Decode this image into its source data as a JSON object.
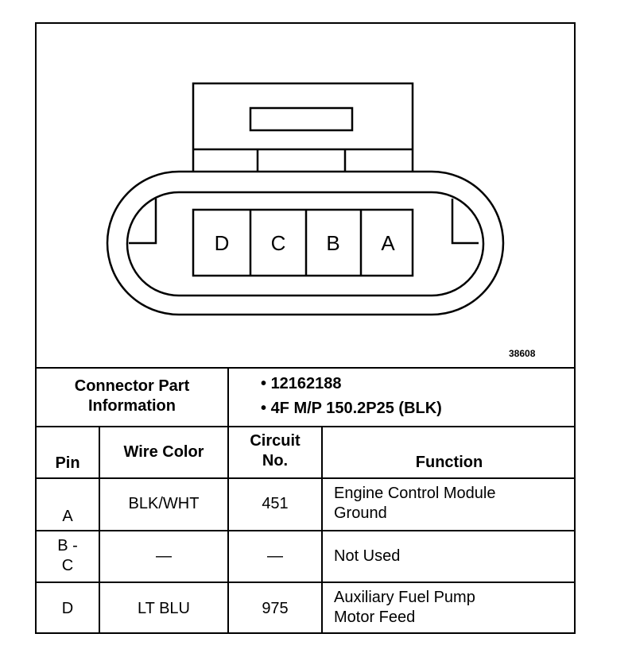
{
  "figure_id": "38608",
  "connector": {
    "pins": [
      "D",
      "C",
      "B",
      "A"
    ]
  },
  "part_info": {
    "label_line1": "Connector Part",
    "label_line2": "Information",
    "items": [
      "12162188",
      "4F M/P 150.2P25 (BLK)"
    ]
  },
  "table": {
    "headers": {
      "pin": "Pin",
      "wire_color": "Wire Color",
      "circuit_line1": "Circuit",
      "circuit_line2": "No.",
      "function": "Function"
    },
    "rows": [
      {
        "pin_l1": "",
        "pin_l2": "A",
        "wire": "BLK/WHT",
        "circuit": "451",
        "func_l1": "Engine Control Module",
        "func_l2": "Ground"
      },
      {
        "pin_l1": "B -",
        "pin_l2": "C",
        "wire": "—",
        "circuit": "—",
        "func_l1": "Not Used",
        "func_l2": ""
      },
      {
        "pin_l1": "",
        "pin_l2": "D",
        "wire": "LT BLU",
        "circuit": "975",
        "func_l1": "Auxiliary Fuel Pump",
        "func_l2": "Motor Feed"
      }
    ]
  }
}
